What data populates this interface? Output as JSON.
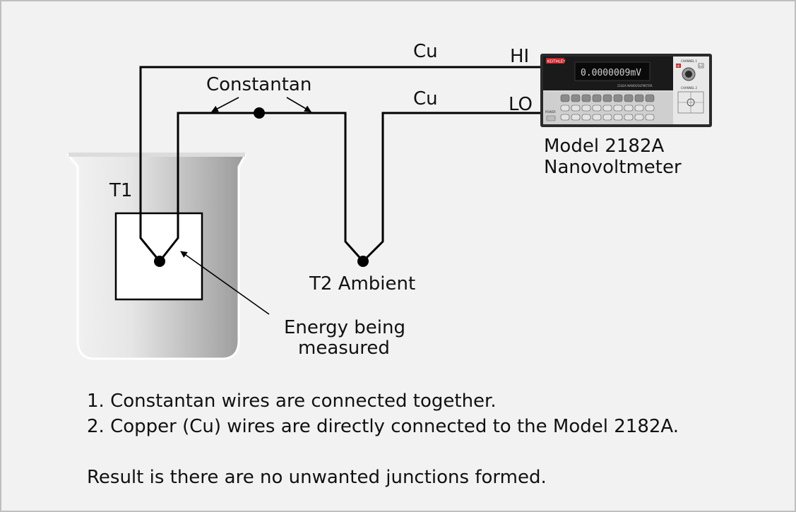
{
  "labels": {
    "cu_top": "Cu",
    "cu_bottom": "Cu",
    "hi": "HI",
    "lo": "LO",
    "constantan": "Constantan",
    "t1": "T1",
    "t2": "T2 Ambient",
    "energy_line1": "Energy being",
    "energy_line2": "measured",
    "model_line1": "Model 2182A",
    "model_line2": "Nanovoltmeter"
  },
  "instrument": {
    "brand": "KEITHLEY",
    "reading": "0.0000009mV",
    "model_text": "2182A NANOVOLTMETER",
    "channel1": "CHANNEL 1",
    "channel2": "CHANNEL 2",
    "hi_tag": "HI",
    "lo_tag": "LO",
    "power": "POWER"
  },
  "notes": [
    "1. Constantan wires are connected together.",
    "2. Copper (Cu) wires are directly connected to the Model 2182A."
  ],
  "result": "Result is there are no unwanted junctions formed.",
  "colors": {
    "background": "#f2f2f2",
    "border": "#bfbfbf",
    "wire": "#000000",
    "beaker_light": "#e6e6e6",
    "beaker_dark": "#9a9a9a",
    "instrument_body": "#d6d6d6",
    "display": "#111111",
    "brand_red": "#c0272d"
  }
}
